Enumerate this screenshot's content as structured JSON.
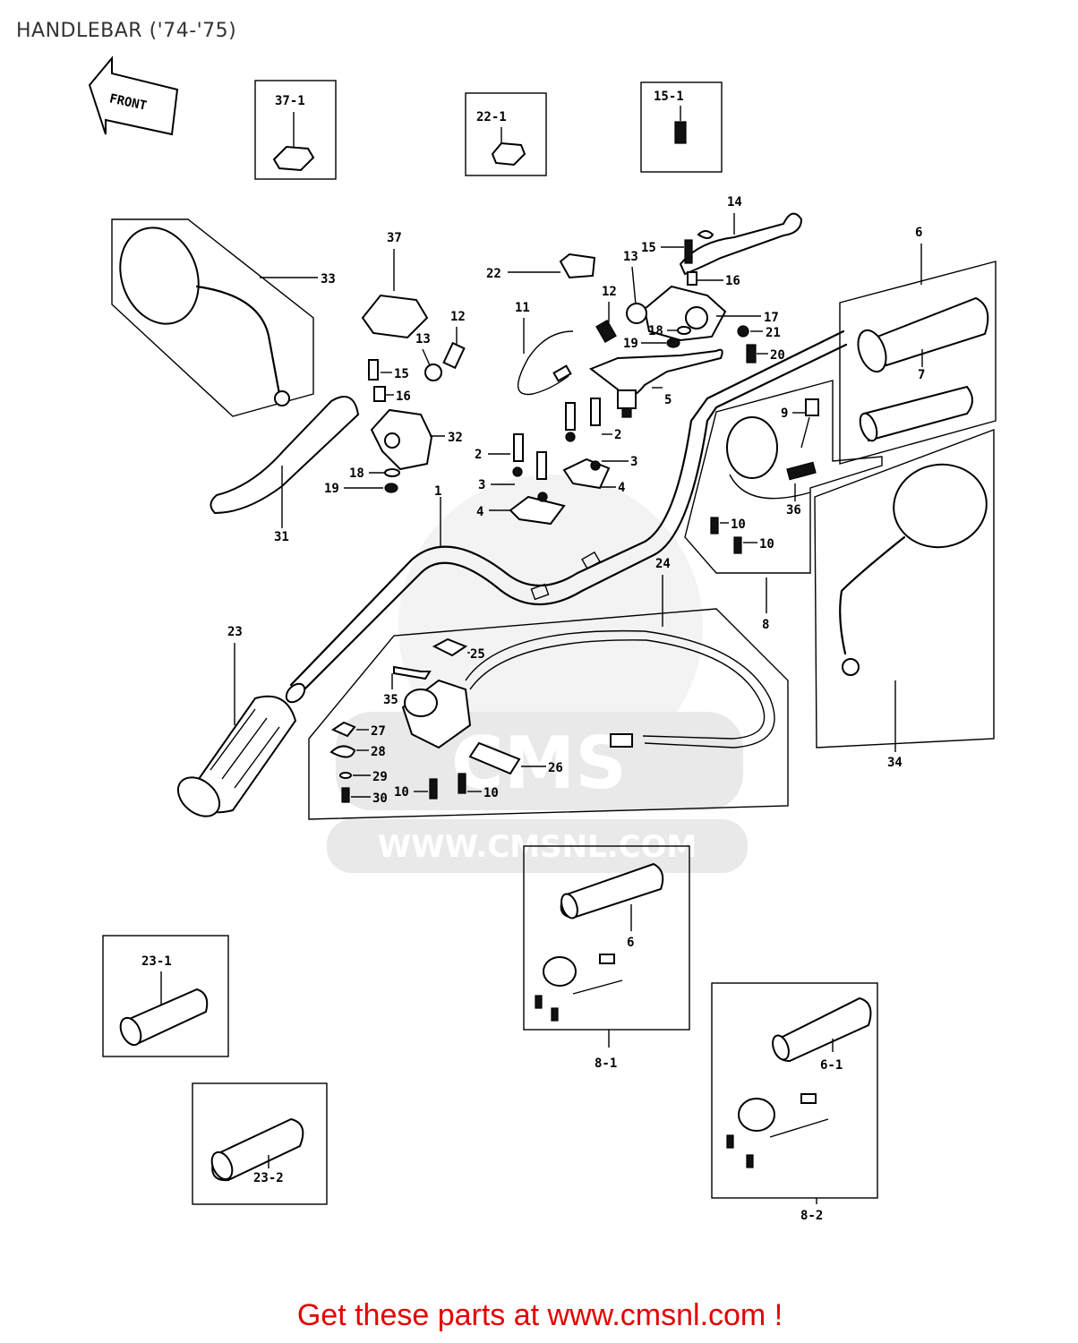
{
  "title": "HANDLEBAR ('74-'75)",
  "front_arrow": "FRONT",
  "watermark_url": "WWW.CMSNL.COM",
  "watermark_logo": "CMS",
  "cta": "Get these parts at www.cmsnl.com !",
  "inset_labels": {
    "i37_1": "37-1",
    "i22_1": "22-1",
    "i15_1": "15-1",
    "i23_1": "23-1",
    "i23_2": "23-2",
    "i6": "6",
    "i8_1": "8-1",
    "i6_1": "6-1",
    "i8_2": "8-2"
  },
  "part_labels": {
    "p33": "33",
    "p31": "31",
    "p37": "37",
    "p12a": "12",
    "p13a": "13",
    "p15a": "15",
    "p16a": "16",
    "p32": "32",
    "p18a": "18",
    "p19a": "19",
    "p22": "22",
    "p11": "11",
    "p14": "14",
    "p15b": "15",
    "p13b": "13",
    "p16b": "16",
    "p12b": "12",
    "p17": "17",
    "p18b": "18",
    "p19b": "19",
    "p21": "21",
    "p20": "20",
    "p5": "5",
    "p6": "6",
    "p7": "7",
    "p2a": "2",
    "p2b": "2",
    "p3a": "3",
    "p3b": "3",
    "p4a": "4",
    "p4b": "4",
    "p1": "1",
    "p9": "9",
    "p36": "36",
    "p10a": "10",
    "p10b": "10",
    "p8": "8",
    "p24": "24",
    "p23": "23",
    "p25": "25",
    "p35": "35",
    "p27": "27",
    "p28": "28",
    "p29": "29",
    "p30": "30",
    "p10c": "10",
    "p10d": "10",
    "p26": "26",
    "p34": "34"
  },
  "colors": {
    "cta": "#e30000",
    "title": "#333333",
    "watermark": "#e9e9e9"
  }
}
